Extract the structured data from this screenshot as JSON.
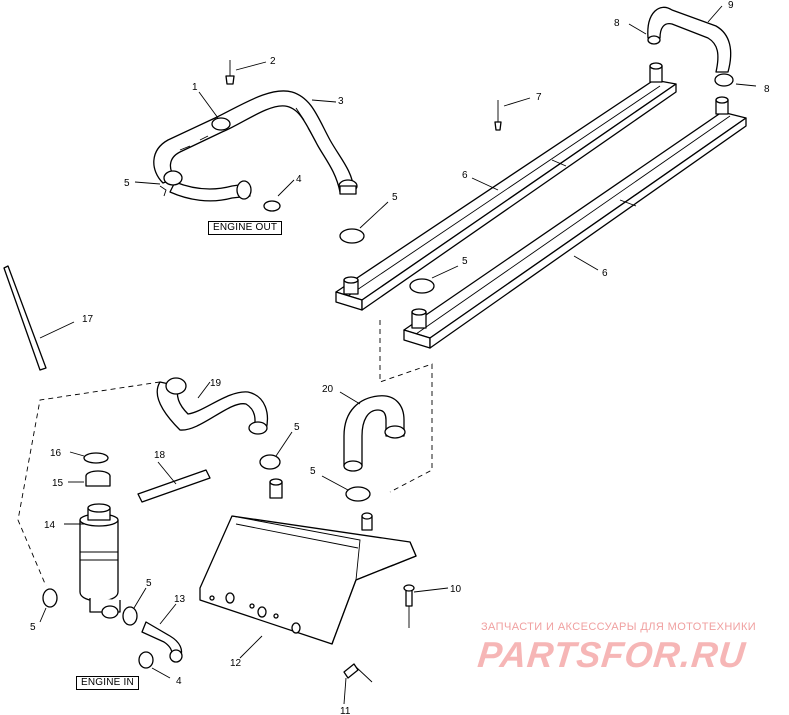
{
  "labels": {
    "engine_out": "ENGINE OUT",
    "engine_in": "ENGINE IN"
  },
  "callouts": [
    "1",
    "2",
    "3",
    "4",
    "5",
    "5",
    "6",
    "6",
    "7",
    "8",
    "8",
    "9",
    "5",
    "17",
    "19",
    "20",
    "16",
    "18",
    "15",
    "14",
    "5",
    "5",
    "5",
    "5",
    "13",
    "10",
    "12",
    "4",
    "11"
  ],
  "watermark": {
    "subtitle": "ЗАПЧАСТИ И АКСЕССУАРЫ ДЛЯ МОТОТЕХНИКИ",
    "logo": "PARTSFOR.RU"
  }
}
